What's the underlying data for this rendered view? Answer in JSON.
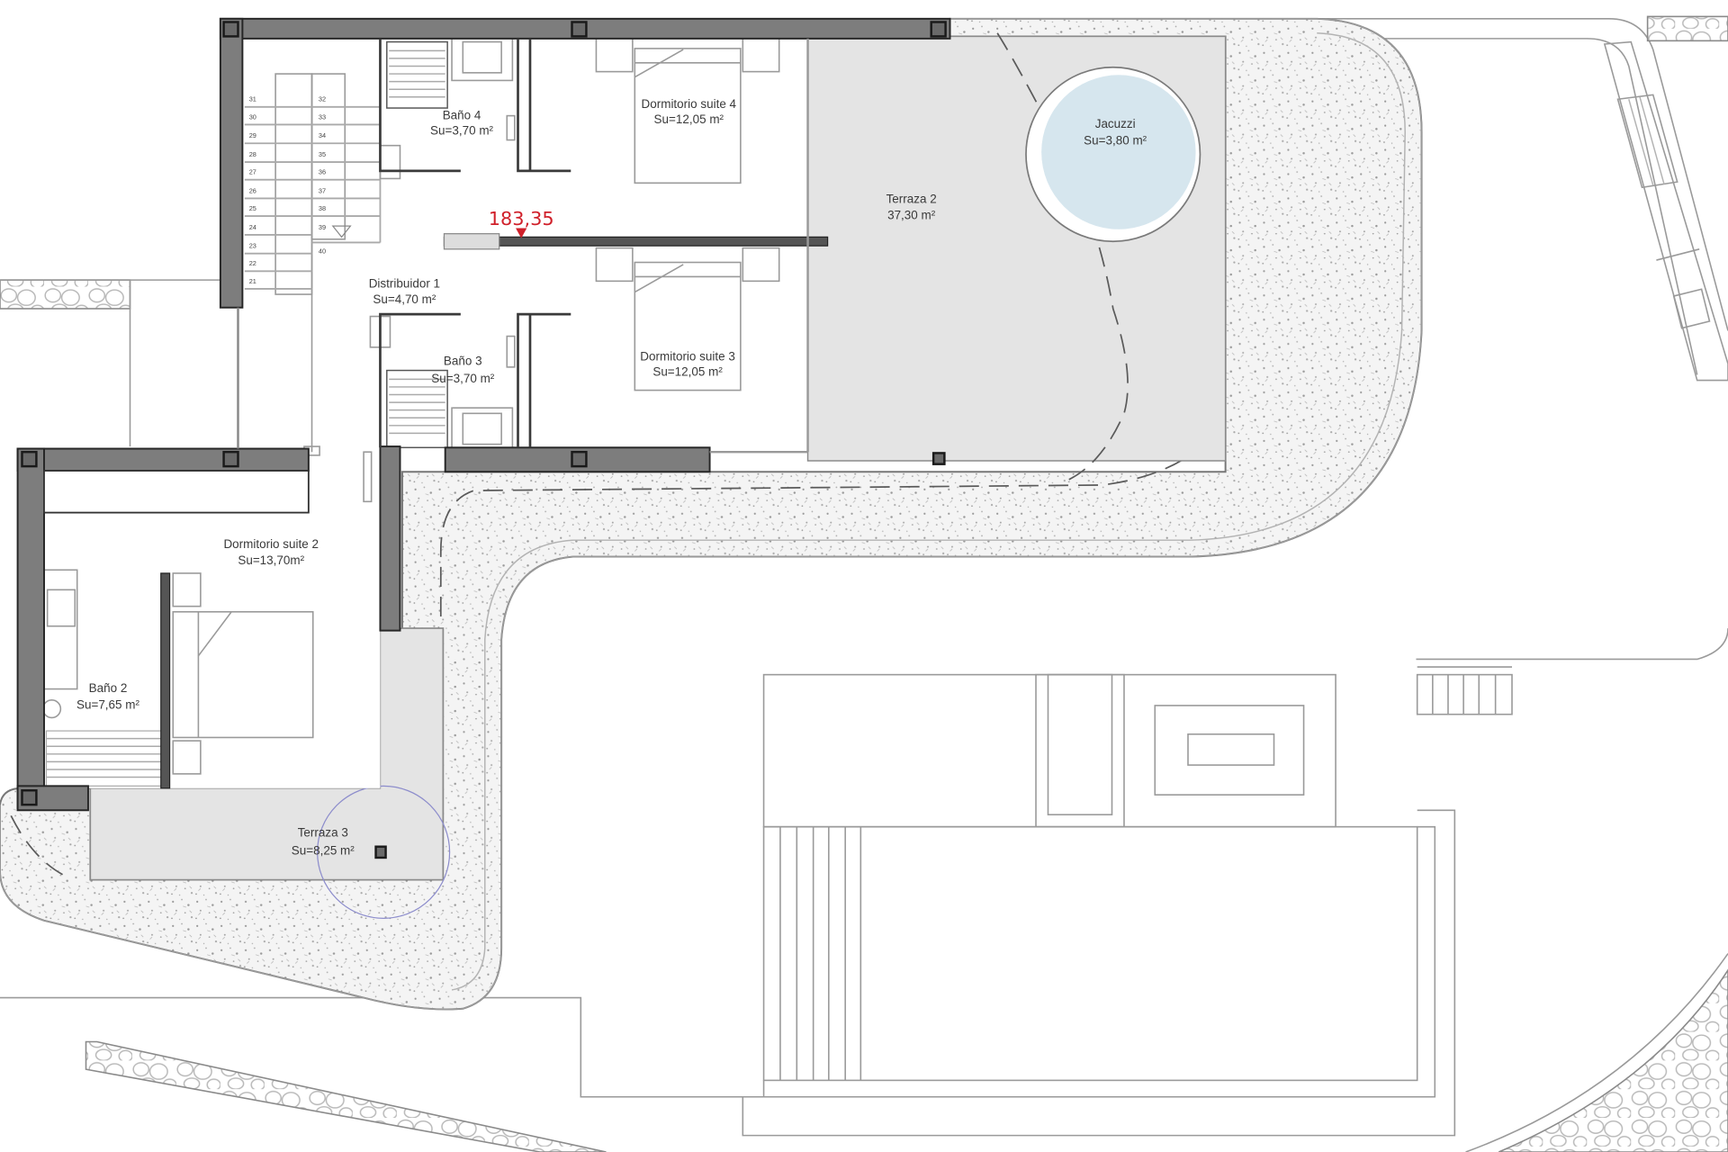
{
  "drawing": {
    "type": "architectural floor plan",
    "level_dimension_marker": "183,35",
    "accent_color": "#d0202a",
    "wall_color": "#7d7d7d",
    "terrace_color": "#e4e4e4",
    "jacuzzi_water_color": "#d6e6ee"
  },
  "rooms": {
    "bano4": {
      "name": "Baño 4",
      "area": "Su=3,70 m²"
    },
    "dormitorio4": {
      "name": "Dormitorio suite 4",
      "area": "Su=12,05 m²"
    },
    "distribuidor1": {
      "name": "Distribuidor 1",
      "area": "Su=4,70 m²"
    },
    "bano3": {
      "name": "Baño 3",
      "area": "Su=3,70 m²"
    },
    "dormitorio3": {
      "name": "Dormitorio suite 3",
      "area": "Su=12,05 m²"
    },
    "terraza2": {
      "name": "Terraza 2",
      "area": "37,30 m²"
    },
    "jacuzzi": {
      "name": "Jacuzzi",
      "area": "Su=3,80 m²"
    },
    "dormitorio2": {
      "name": "Dormitorio suite 2",
      "area": "Su=13,70m²"
    },
    "bano2": {
      "name": "Baño 2",
      "area": "Su=7,65 m²"
    },
    "terraza3": {
      "name": "Terraza 3",
      "area": "Su=8,25 m²"
    }
  },
  "stairs": {
    "left_column": [
      "31",
      "30",
      "29",
      "28",
      "27",
      "26",
      "25",
      "24",
      "23",
      "22",
      "21"
    ],
    "right_column": [
      "32",
      "33",
      "34",
      "35",
      "36",
      "37",
      "38",
      "39",
      "40"
    ]
  }
}
